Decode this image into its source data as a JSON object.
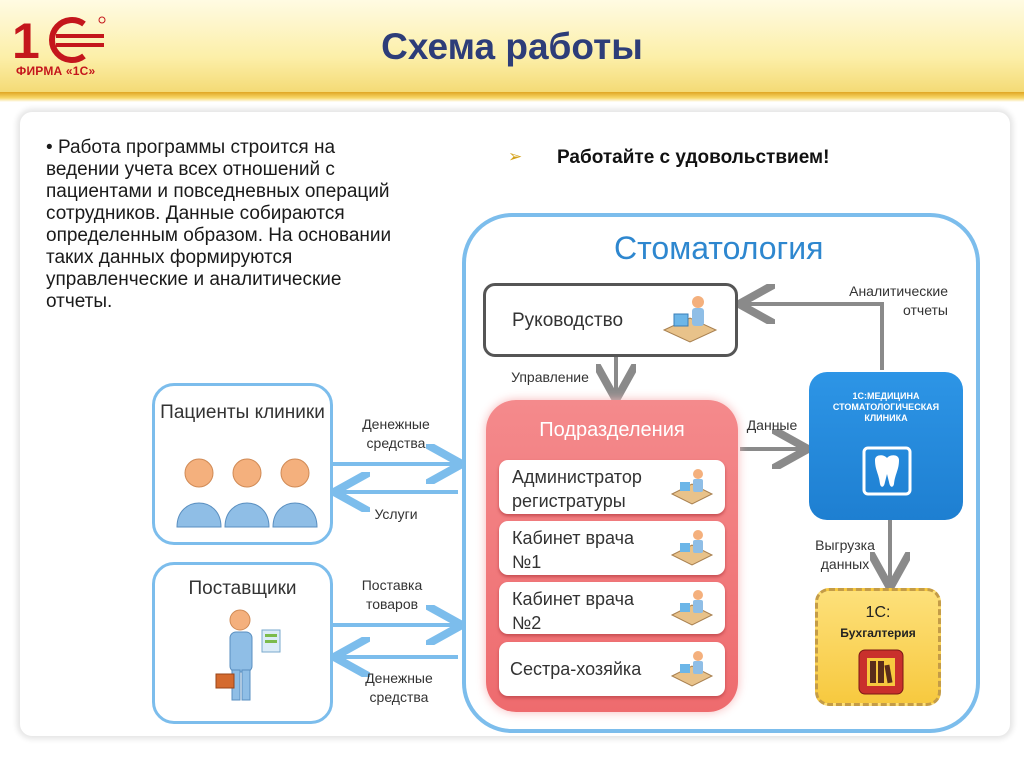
{
  "header": {
    "title": "Схема работы",
    "logo_text": "ФИРМА «1С»"
  },
  "intro": {
    "bullet": "•",
    "text": "Работа программы строится на ведении учета всех отношений с пациентами и повседневных операций сотрудников. Данные собираются  определенным образом. На основании таких данных формируются управленческие и аналитические отчеты."
  },
  "slogan": "Работайте с удовольствием!",
  "diagram": {
    "system_title": "Стоматология",
    "patients": "Пациенты клиники",
    "suppliers": "Поставщики",
    "management": "Руководство",
    "departments": {
      "title": "Подразделения",
      "items": [
        "Администратор регистратуры",
        "Кабинет врача №1",
        "Кабинет врача №2",
        "Сестра-хозяйка"
      ]
    },
    "med_app": "1С:МЕДИЦИНА СТОМАТОЛОГИЧЕСКАЯ КЛИНИКА",
    "accounting": {
      "line1": "1С:",
      "line2": "Бухгалтерия"
    },
    "labels": {
      "money_in": "Денежные средства",
      "services": "Услуги",
      "goods_supply": "Поставка товаров",
      "money_out": "Денежные средства",
      "control": "Управление",
      "data": "Данные",
      "analytics": "Аналитические отчеты",
      "export": "Выгрузка данных"
    }
  },
  "colors": {
    "title": "#2d3d79",
    "light_blue": "#7cbdec",
    "red_block": "#ee6b6e",
    "med_blue": "#1e7fd1",
    "accounting_yellow": "#f7c93f"
  }
}
